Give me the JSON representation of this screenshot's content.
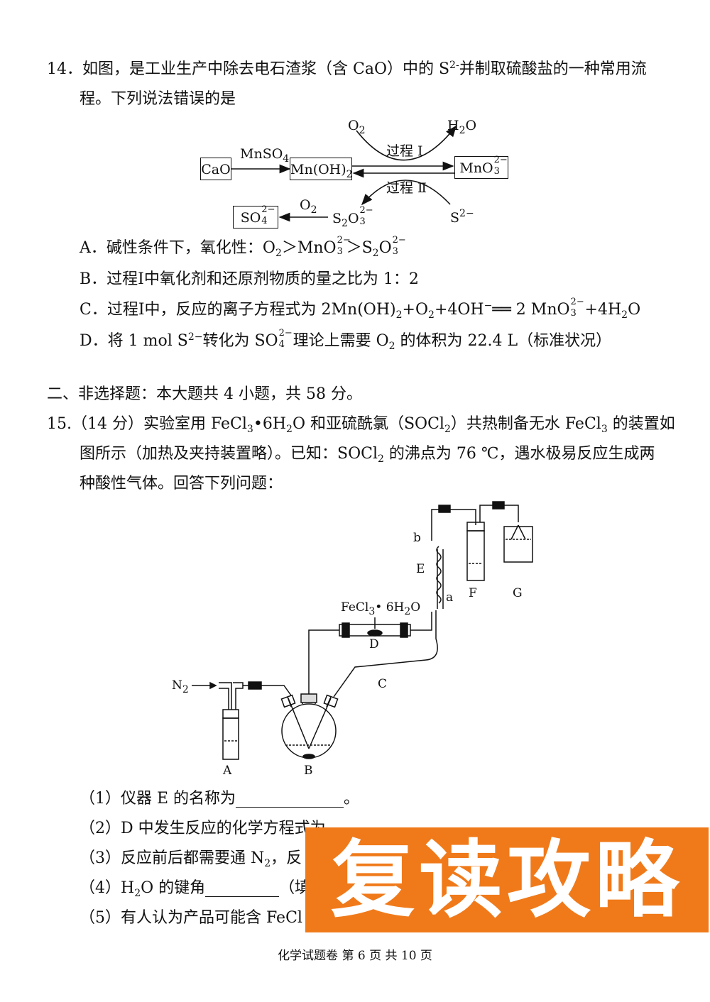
{
  "q14": {
    "number": "14．",
    "stem_l1": "如图，是工业生产中除去电石渣浆（含 CaO）中的 S",
    "stem_l1_sup": "2-",
    "stem_l1_rest": "并制取硫酸盐的一种常用流",
    "stem_l2": "程。下列说法错误的是",
    "flow": {
      "box_cao": "CaO",
      "box_mnoh2": "Mn(OH)",
      "box_mnoh2_sub": "2",
      "box_mno3": "MnO",
      "label_mnso4": "MnSO",
      "label_mnso4_sub": "4",
      "label_o2_top": "O",
      "label_h2o_top": "H",
      "label_process1": "过程 Ⅰ",
      "label_process2": "过程 Ⅱ",
      "box_so4": "SO",
      "label_o2_bottom": "O",
      "label_s2o3": "S",
      "label_s2": "S"
    },
    "option_a": "A．碱性条件下，氧化性：O",
    "option_b": "B．过程Ⅰ中氧化剂和还原剂物质的量之比为 1：2",
    "option_c": "C．过程Ⅰ中，反应的离子方程式为 2Mn(OH)",
    "option_d": "D．将 1 mol S"
  },
  "section2": {
    "heading": "二、非选择题：本大题共 4 小题，共 58 分。"
  },
  "q15": {
    "l1": "15.（14 分）实验室用 FeCl",
    "l2": "图所示（加热及夹持装置略）。已知：SOCl",
    "l3": "种酸性气体。回答下列问题：",
    "apparatus": {
      "label_a": "A",
      "label_b": "B",
      "label_c": "C",
      "label_d": "D",
      "label_e": "E",
      "label_f": "F",
      "label_g": "G",
      "label_port_a": "a",
      "label_port_b": "b",
      "label_n2": "N",
      "label_fecl3": "FeCl"
    },
    "sub1": "（1）仪器 E 的名称为",
    "sub1_end": "。",
    "sub2": "（2）D 中发生反应的化学方程式为",
    "sub3": "（3）反应前后都需要通 N",
    "sub3_rest": "，反",
    "sub4": "（4）H",
    "sub4_rest": "O 的键角",
    "sub4_after": "（填",
    "sub5": "（5）有人认为产品可能含 FeCl"
  },
  "stamp_text": "复读攻略",
  "footer": "化学试题卷  第 6 页  共 10 页"
}
